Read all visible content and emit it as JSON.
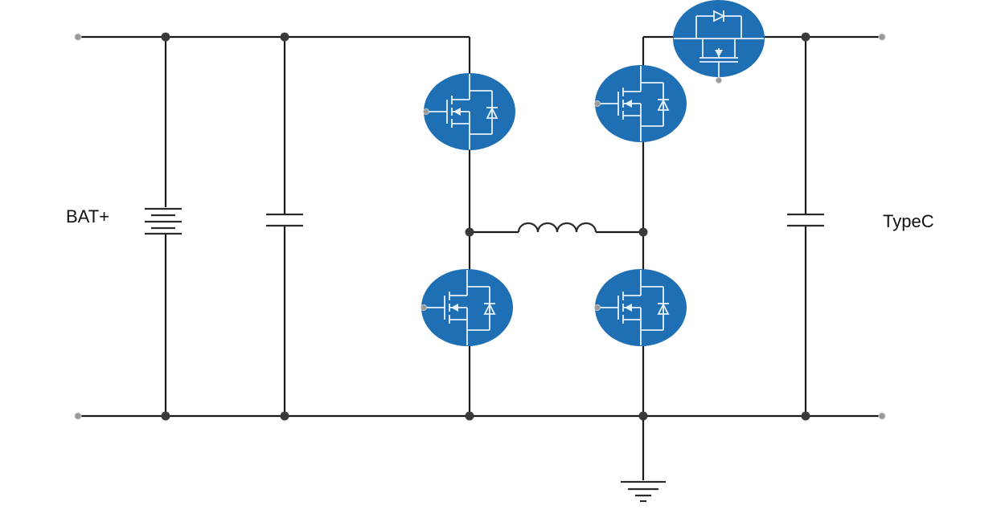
{
  "labels": {
    "battery": "BAT+",
    "output": "TypeC"
  },
  "colors": {
    "wire": "#1a1a1a",
    "mosfet_body": "#1f6fb4",
    "mosfet_symbol": "#e8f1fa",
    "junction": "#3a3a3a"
  },
  "components": [
    {
      "id": "battery",
      "kind": "battery-icon"
    },
    {
      "id": "input-capacitor",
      "kind": "capacitor-icon"
    },
    {
      "id": "high-side-mosfet-1",
      "kind": "nmos-icon"
    },
    {
      "id": "low-side-mosfet-1",
      "kind": "nmos-icon"
    },
    {
      "id": "inductor",
      "kind": "inductor-icon"
    },
    {
      "id": "high-side-mosfet-2",
      "kind": "nmos-icon"
    },
    {
      "id": "low-side-mosfet-2",
      "kind": "nmos-icon"
    },
    {
      "id": "output-switch-mosfet",
      "kind": "nmos-icon"
    },
    {
      "id": "output-capacitor",
      "kind": "capacitor-icon"
    },
    {
      "id": "ground",
      "kind": "ground-icon"
    }
  ]
}
